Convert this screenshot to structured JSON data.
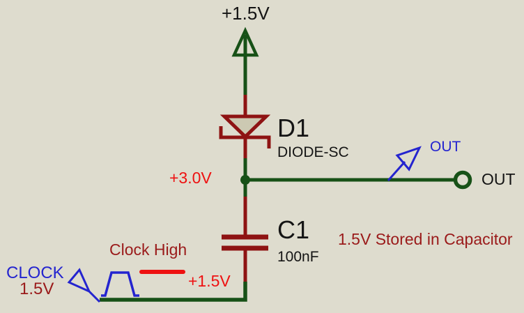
{
  "colors": {
    "background": "#dedcce",
    "wire_green": "#175117",
    "wire_red": "#8e1313",
    "annotation_red": "#ee1111",
    "dark_red_text": "#9a1a1a",
    "blue": "#2424cf",
    "black": "#141414",
    "diode_fill": "#ccc9b2"
  },
  "power_rail": {
    "label": "+1.5V"
  },
  "diode": {
    "ref": "D1",
    "value": "DIODE-SC"
  },
  "capacitor": {
    "ref": "C1",
    "value": "100nF"
  },
  "net_labels": {
    "node_voltage": "+3.0V",
    "cap_bottom_voltage": "+1.5V"
  },
  "probe": {
    "label": "OUT"
  },
  "terminal": {
    "label": "OUT"
  },
  "clock_generator": {
    "label": "CLOCK",
    "voltage": "1.5V"
  },
  "annotations": {
    "clock_high": "Clock High",
    "stored": "1.5V Stored in Capacitor"
  }
}
